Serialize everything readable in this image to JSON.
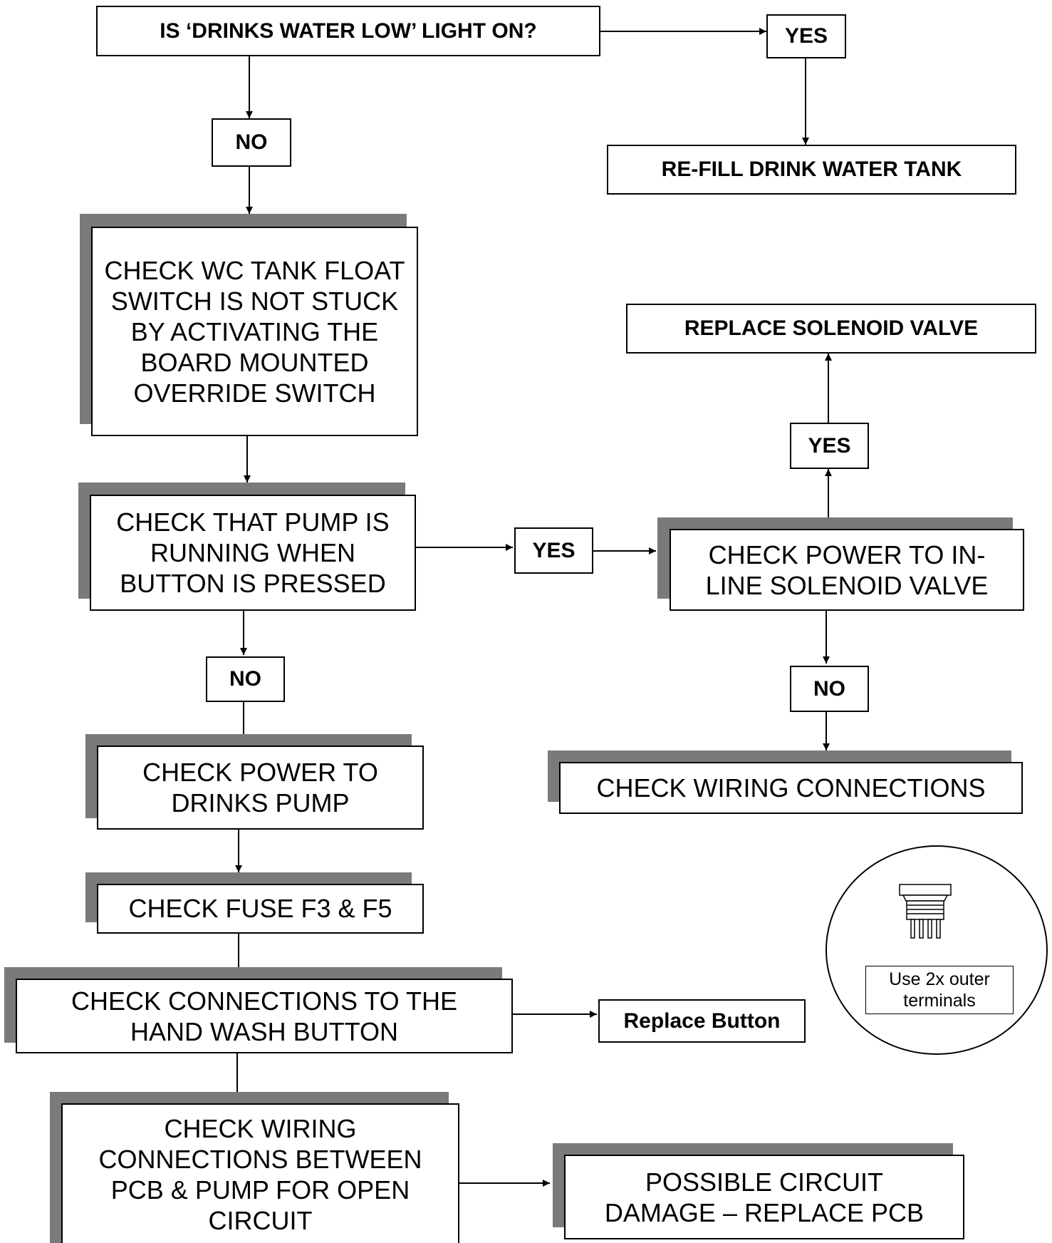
{
  "question": "IS ‘DRINKS WATER LOW’ LIGHT ON?",
  "answers": {
    "yes_top": "YES",
    "no_top": "NO",
    "yes_solenoid": "YES",
    "yes_pump": "YES",
    "no_pump": "NO",
    "no_solenoid": "NO"
  },
  "actions": {
    "refill": "RE-FILL DRINK WATER TANK",
    "replace_solenoid": "REPLACE SOLENOID VALVE",
    "replace_button": "Replace Button",
    "replace_pcb": "POSSIBLE CIRCUIT DAMAGE – REPLACE PCB"
  },
  "checks": {
    "float_switch": "CHECK WC TANK FLOAT SWITCH IS NOT STUCK BY ACTIVATING THE BOARD MOUNTED OVERRIDE SWITCH",
    "pump_running": "CHECK THAT PUMP IS RUNNING WHEN BUTTON IS PRESSED",
    "power_solenoid": "CHECK POWER TO IN-LINE SOLENOID VALVE",
    "wiring": "CHECK WIRING CONNECTIONS",
    "power_pump": "CHECK POWER TO DRINKS PUMP",
    "fuse": "CHECK FUSE F3 & F5",
    "hand_wash_button": "CHECK CONNECTIONS TO THE HAND WASH BUTTON",
    "pcb_wiring": "CHECK WIRING CONNECTIONS BETWEEN PCB & PUMP FOR OPEN CIRCUIT"
  },
  "inset": {
    "icon": "push-button-switch-icon",
    "note": "Use 2x outer terminals"
  },
  "colors": {
    "shadow": "#7a7a7a",
    "line": "#000000",
    "background": "#ffffff"
  }
}
